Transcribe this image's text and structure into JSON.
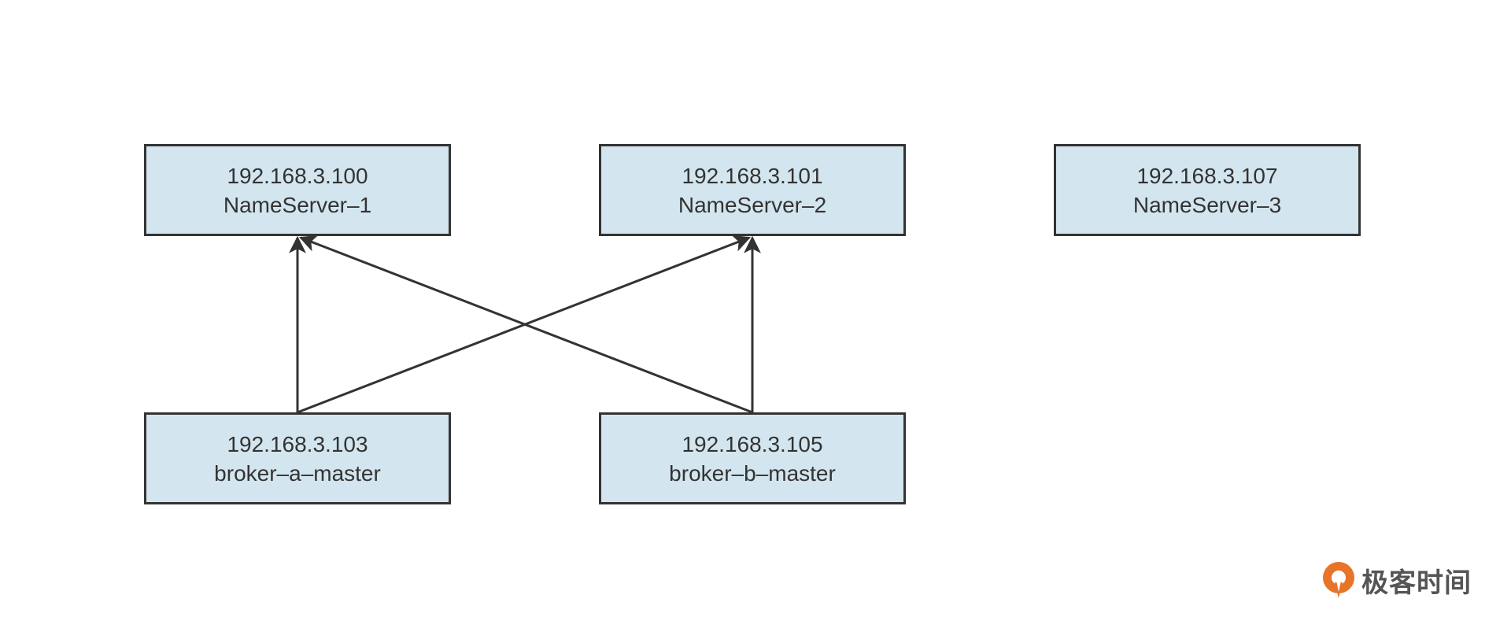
{
  "nodes": {
    "ns1": {
      "ip": "192.168.3.100",
      "label": "NameServer–1"
    },
    "ns2": {
      "ip": "192.168.3.101",
      "label": "NameServer–2"
    },
    "ns3": {
      "ip": "192.168.3.107",
      "label": "NameServer–3"
    },
    "broker_a": {
      "ip": "192.168.3.103",
      "label": "broker–a–master"
    },
    "broker_b": {
      "ip": "192.168.3.105",
      "label": "broker–b–master"
    }
  },
  "edges": [
    {
      "from": "broker_a",
      "to": "ns1"
    },
    {
      "from": "broker_a",
      "to": "ns2"
    },
    {
      "from": "broker_b",
      "to": "ns1"
    },
    {
      "from": "broker_b",
      "to": "ns2"
    }
  ],
  "colors": {
    "node_fill": "#d3e6ef",
    "stroke": "#333333",
    "brand_orange": "#e8742a"
  },
  "brand": {
    "text": "极客时间",
    "icon": "geektime-logo-icon"
  }
}
